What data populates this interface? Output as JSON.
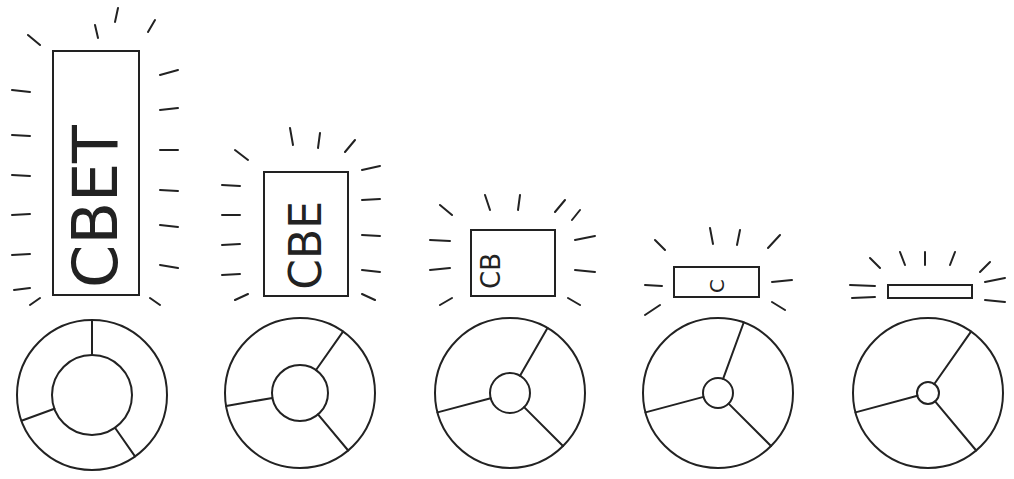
{
  "diagram": {
    "nodes": [
      {
        "text": [
          "СВЕТ"
        ]
      },
      {
        "text": [
          "СВЕ"
        ]
      },
      {
        "text": [
          "СВ"
        ]
      },
      {
        "text": [
          "С"
        ]
      }
    ]
  }
}
